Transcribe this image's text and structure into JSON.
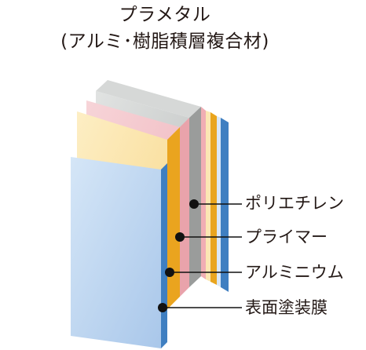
{
  "title": "プラメタル",
  "subtitle": "(アルミ･樹脂積層複合材)",
  "layers": [
    {
      "id": "polyethylene",
      "label": "ポリエチレン"
    },
    {
      "id": "primer",
      "label": "プライマー"
    },
    {
      "id": "aluminum",
      "label": "アルミニウム"
    },
    {
      "id": "surface_coating",
      "label": "表面塗装膜"
    }
  ]
}
